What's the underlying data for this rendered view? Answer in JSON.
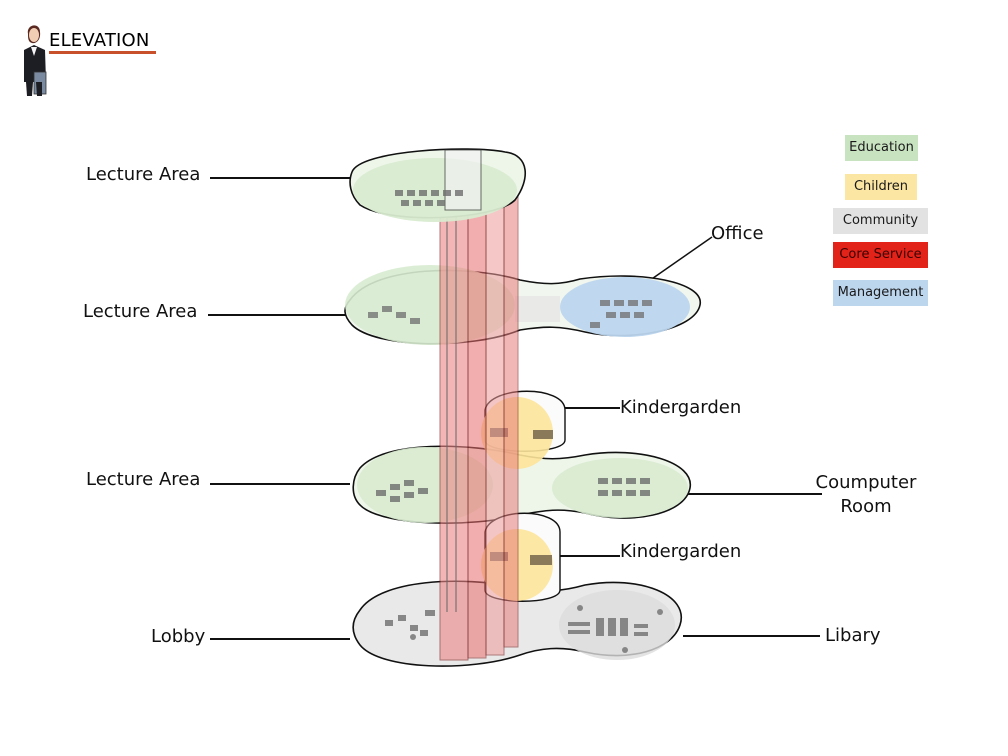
{
  "header": {
    "title": "ELEVATION"
  },
  "labels": {
    "lecture_top": "Lecture Area",
    "lecture_upper": "Lecture Area",
    "lecture_mid": "Lecture Area",
    "lobby": "Lobby",
    "office": "Office",
    "kindergarden_upper": "Kindergarden",
    "kindergarden_lower": "Kindergarden",
    "computer_room_line1": "Coumputer",
    "computer_room_line2": "Room",
    "library": "Libary"
  },
  "legend": [
    {
      "label": "Education",
      "bg": "#c8e3c0",
      "fg": "#1a1a1a"
    },
    {
      "label": "Children",
      "bg": "#fbe6a3",
      "fg": "#1a1a1a"
    },
    {
      "label": "Community",
      "bg": "#e2e2e2",
      "fg": "#1a1a1a"
    },
    {
      "label": "Core Service",
      "bg": "#e2231a",
      "fg": "#3a0000"
    },
    {
      "label": "Management",
      "bg": "#bcd6ee",
      "fg": "#1a1a1a"
    }
  ],
  "colors": {
    "education": "#d8ebd0",
    "children": "#fde49a",
    "community": "#e6e6e6",
    "core": "#ec8585",
    "management": "#bcd6ee"
  }
}
